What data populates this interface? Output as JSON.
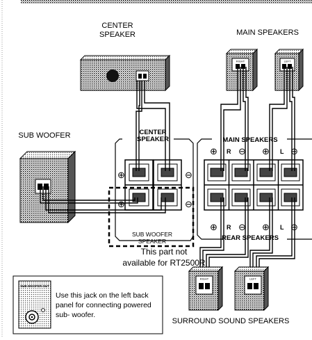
{
  "labels": {
    "center_speaker": [
      "CENTER",
      "SPEAKER"
    ],
    "main_speakers": "MAIN SPEAKERS",
    "sub_woofer": "SUB WOOFER",
    "center_speaker_terminal": [
      "CENTER",
      "SPEAKER"
    ],
    "main_speakers_terminal": "MAIN SPEAKERS",
    "rear_speakers_terminal": "REAR SPEAKERS",
    "sub_woofer_speaker_terminal": [
      "SUB WOOFER",
      "SPEAKER"
    ],
    "not_available_note": [
      "This part not",
      "available for RT2500R"
    ],
    "surround_sound_speakers": "SURROUND SOUND SPEAKERS",
    "right_tag": "RIGHT",
    "left_tag": "LEFT",
    "r_mark": "R",
    "l_mark": "L",
    "plus": "⊕",
    "minus": "⊖"
  },
  "inset": {
    "jack_label": "SUB WOOFER OUT",
    "text": [
      "Use this jack on the left back",
      "panel for connecting powered",
      "sub- woofer."
    ]
  }
}
